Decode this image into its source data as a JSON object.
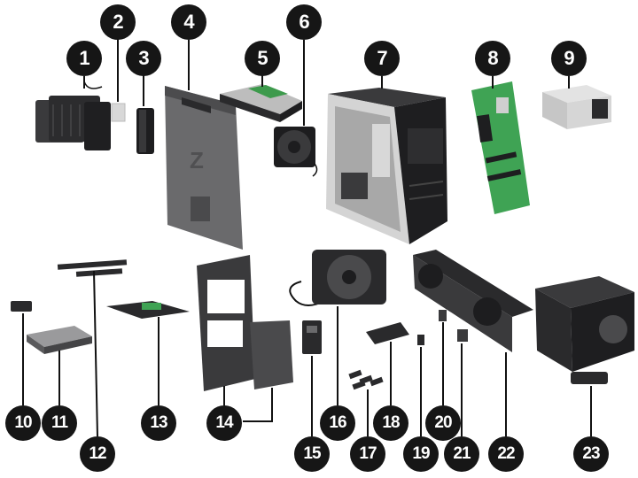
{
  "callouts": [
    "1",
    "2",
    "3",
    "4",
    "5",
    "6",
    "7",
    "8",
    "9",
    "10",
    "11",
    "12",
    "13",
    "14",
    "15",
    "16",
    "17",
    "18",
    "19",
    "20",
    "21",
    "22",
    "23"
  ],
  "colors": {
    "callout": "#161616",
    "chassis": "#2a2a2c",
    "board": "#3b9a4a",
    "metal": "#cfcfcf",
    "panel": "#5a5a5c"
  }
}
